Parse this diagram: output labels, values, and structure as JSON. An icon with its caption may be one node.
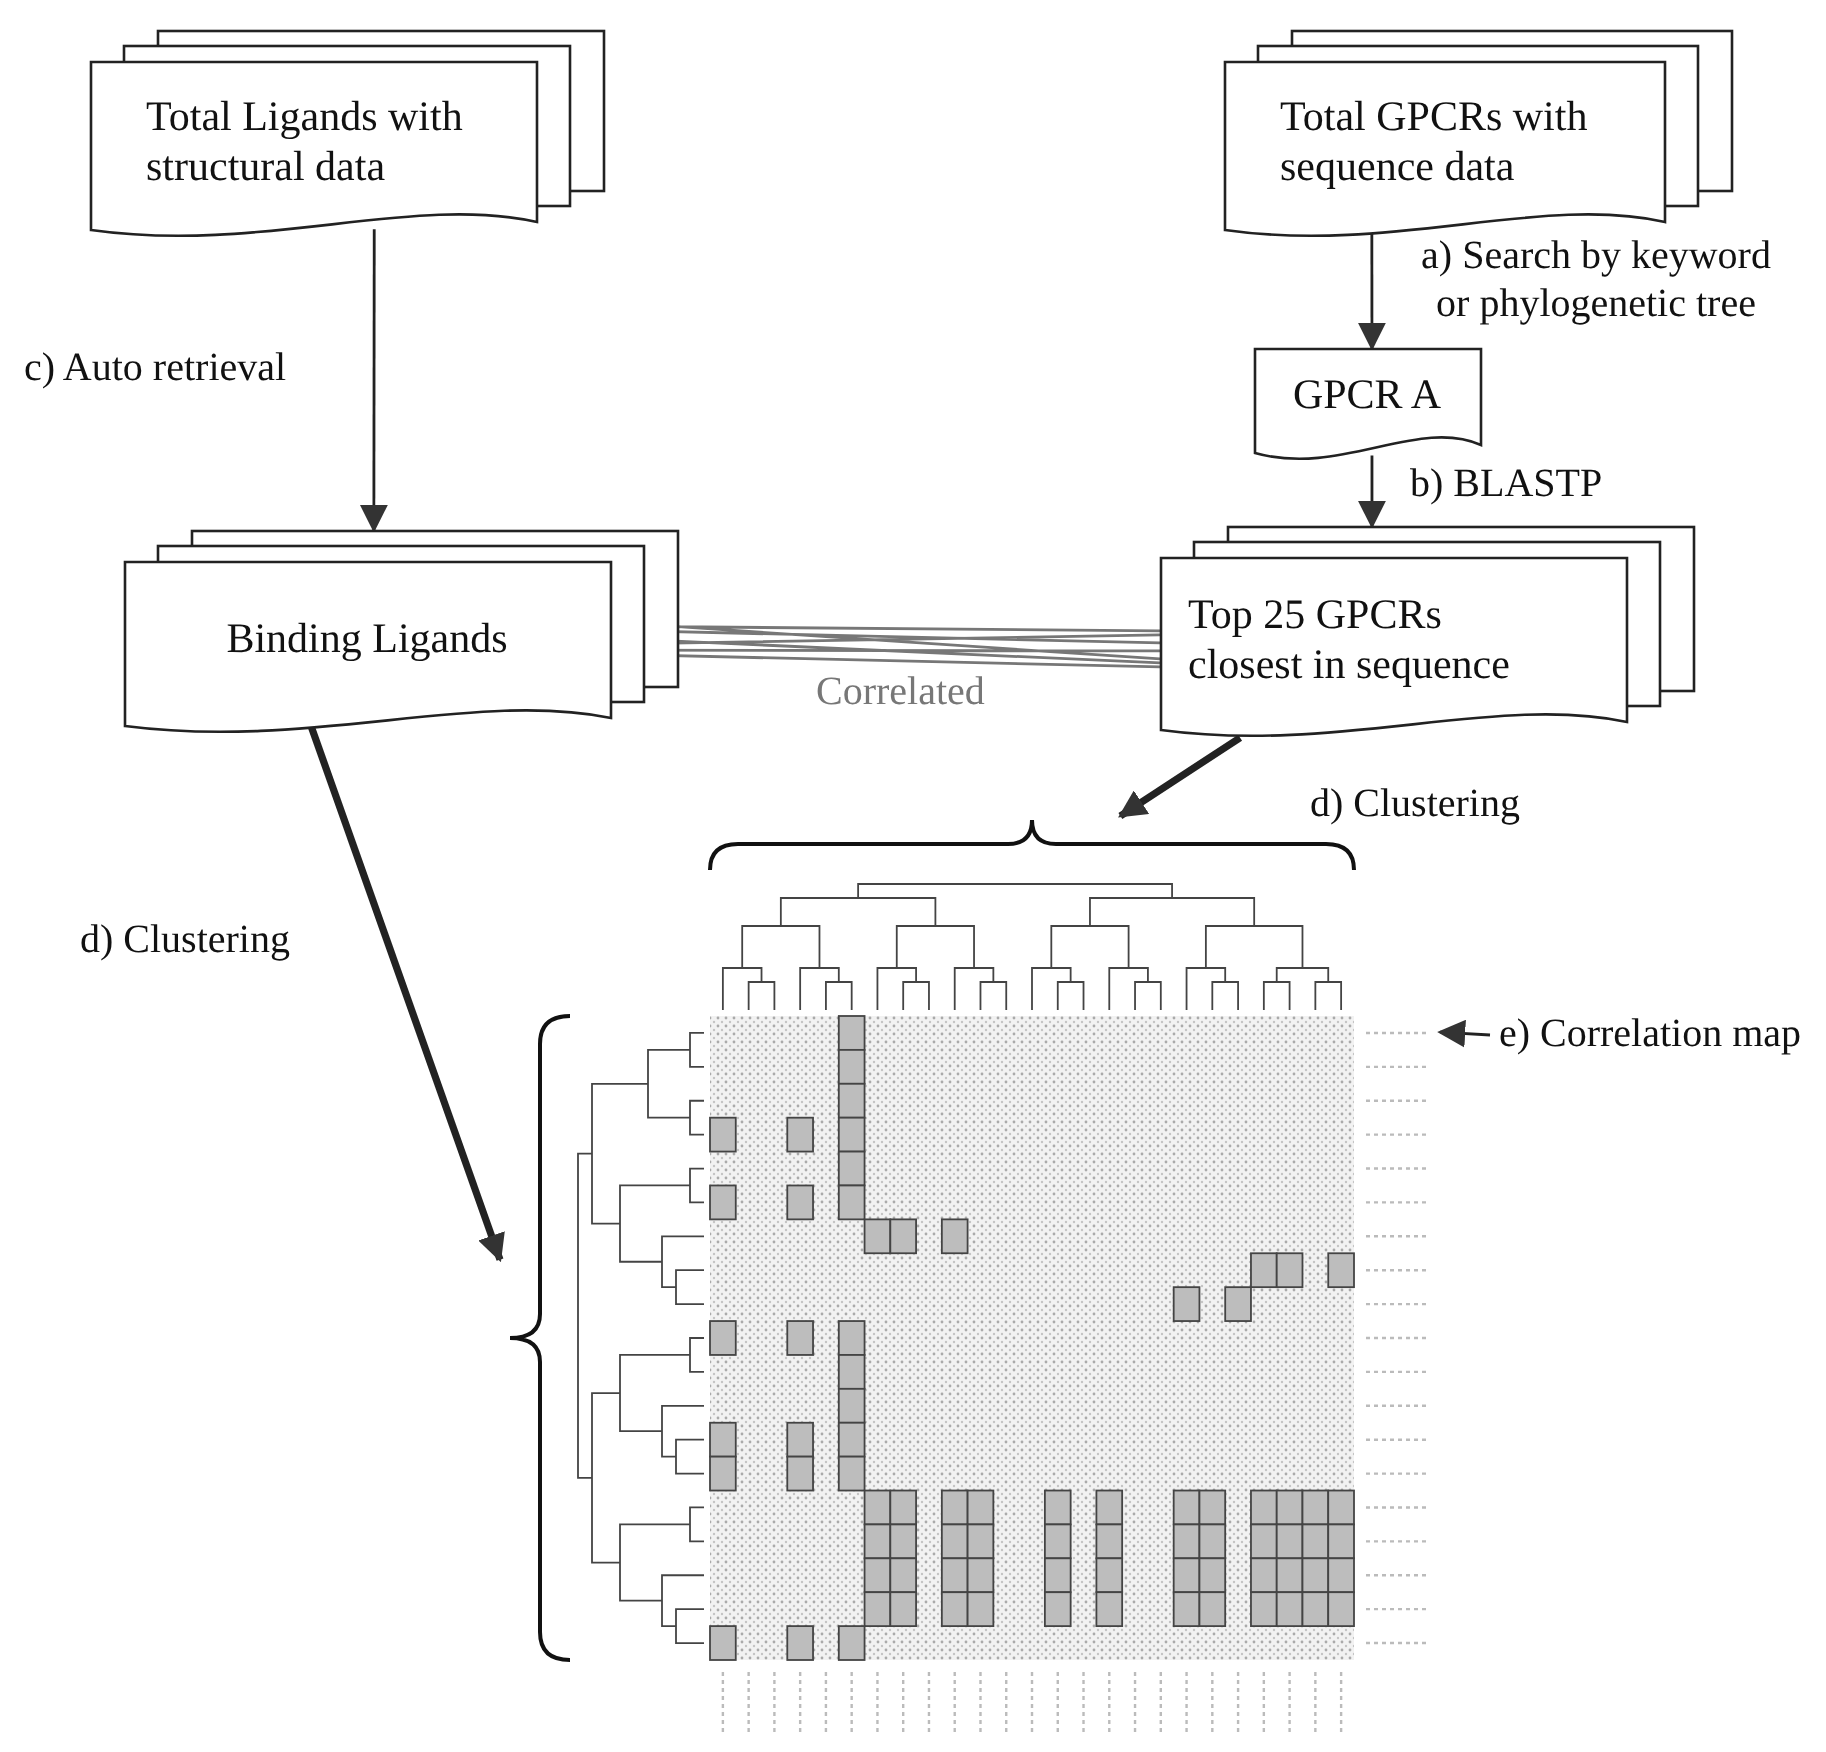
{
  "diagram": {
    "nodes": [
      {
        "text": [
          "Total Ligands with structural data"
        ]
      },
      {
        "text": [
          "Total GPCRs with sequence data"
        ]
      },
      {
        "text": [
          "GPCR A"
        ]
      },
      {
        "text": [
          "Binding Ligands"
        ]
      },
      {
        "text": [
          "Top 25 GPCRs closest in sequence"
        ]
      },
      {
        "text": [],
        "shape": "picture"
      },
      {
        "text": [
          "e) Correlation map"
        ]
      }
    ],
    "edges": [
      {
        "from": 0,
        "to": 3,
        "arrow": "to",
        "label": "c) Auto retrieval"
      },
      {
        "from": 1,
        "to": 2,
        "arrow": "to",
        "label": "a) Search by keyword or phylogenetic tree"
      },
      {
        "from": 2,
        "to": 4,
        "arrow": "to",
        "label": "b) BLASTP"
      },
      {
        "from": 3,
        "to": 4,
        "arrow": "none",
        "label": "Correlated",
        "color": "#777777"
      },
      {
        "from": 4,
        "to": 5,
        "arrow": "to",
        "label": "d) Clustering",
        "style": "thick"
      },
      {
        "from": 3,
        "to": 5,
        "arrow": "to",
        "label": "d) Clustering",
        "style": "thick"
      },
      {
        "from": 6,
        "to": 5,
        "arrow": "to"
      }
    ]
  }
}
